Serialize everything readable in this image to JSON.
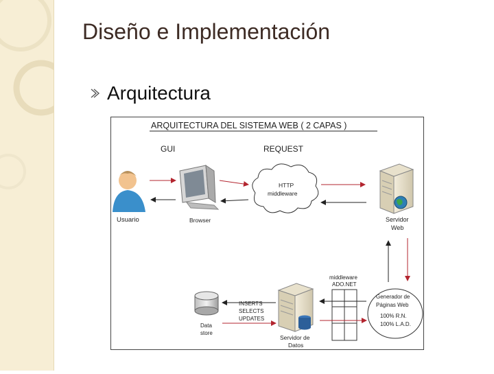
{
  "slide": {
    "title": "Diseño e Implementación",
    "bullet": "Arquitectura"
  },
  "diagram": {
    "header": "ARQUITECTURA DEL SISTEMA WEB ( 2 CAPAS )",
    "label_gui": "GUI",
    "label_request": "REQUEST",
    "user_label": "Usuario",
    "browser_label": "Browser",
    "cloud_line1": "HTTP",
    "cloud_line2": "middleware",
    "web_server_line1": "Servidor",
    "web_server_line2": "Web",
    "generator_line1": "Generador de",
    "generator_line2": "Páginas Web",
    "generator_line3": "100% R.N.",
    "generator_line4": "100% L.A.D.",
    "middleware_line1": "middleware",
    "middleware_line2": "ADO.NET",
    "sql_line1": "INSERTS",
    "sql_line2": "SELECTS",
    "sql_line3": "UPDATES",
    "datastore_line1": "Data",
    "datastore_line2": "store",
    "db_server_line1": "Servidor de",
    "db_server_line2": "Datos"
  },
  "colors": {
    "title": "#3d2b24",
    "band": "#f7eed5",
    "arrow_red": "#b3252f",
    "arrow_black": "#222222"
  }
}
